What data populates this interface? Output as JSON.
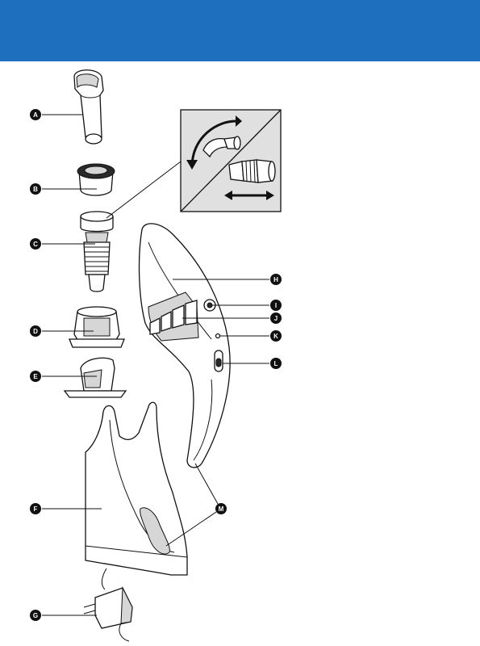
{
  "header": {
    "color": "#1f6fbf"
  },
  "callouts": {
    "A": "A",
    "B": "B",
    "C": "C",
    "D": "D",
    "E": "E",
    "F": "F",
    "G": "G",
    "H": "H",
    "I": "I",
    "J": "J",
    "K": "K",
    "L": "L",
    "M": "M"
  }
}
